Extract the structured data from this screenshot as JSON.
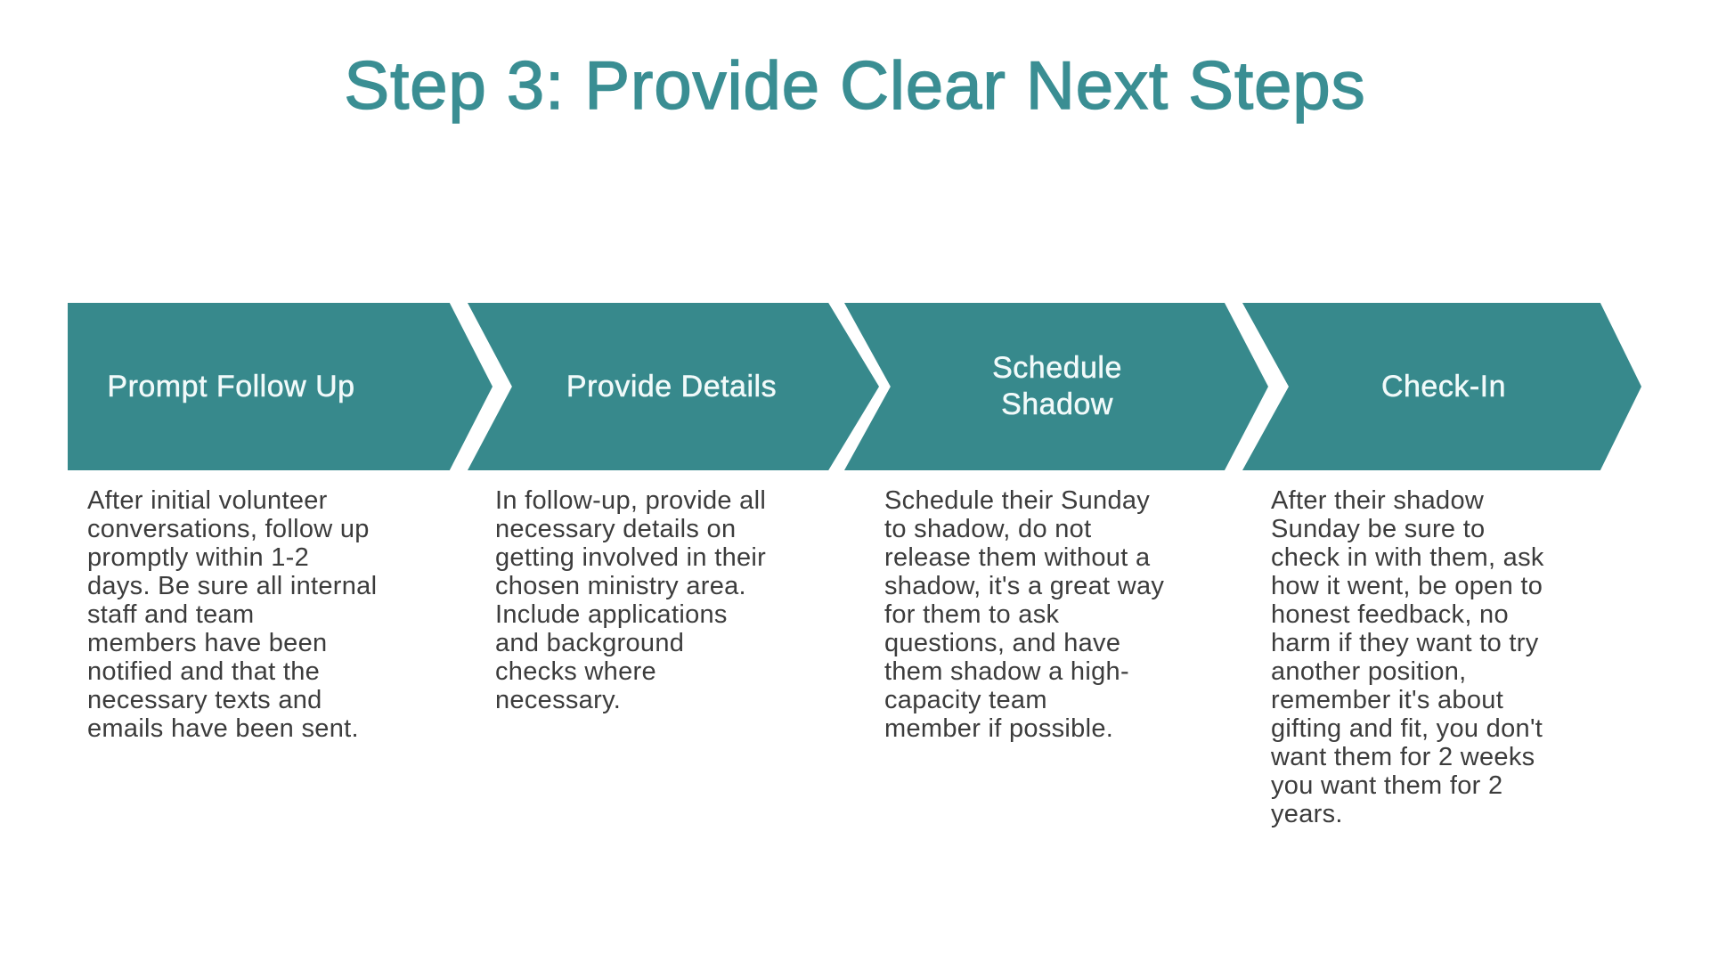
{
  "title": "Step 3: Provide Clear Next Steps",
  "colors": {
    "arrow_teal": "#37898C",
    "title_teal": "#3A8E93",
    "label_text": "#F1FAFA",
    "body_text": "#3C3C3C",
    "background": "#FFFFFF"
  },
  "steps": [
    {
      "label": "Prompt Follow Up",
      "description": "After initial volunteer\nconversations, follow up\npromptly within 1-2\ndays. Be sure all internal\nstaff and team\nmembers have been\nnotified and that the\nnecessary texts and\nemails have been sent."
    },
    {
      "label": "Provide Details",
      "description": "In follow-up, provide all\nnecessary details on\ngetting involved in their\nchosen ministry area.\nInclude applications\nand background\nchecks where\nnecessary."
    },
    {
      "label": "Schedule\nShadow",
      "description": "Schedule their Sunday\nto shadow, do not\nrelease them without a\nshadow, it's a great way\nfor them to ask\nquestions, and have\nthem shadow a high-\ncapacity team\nmember if possible."
    },
    {
      "label": "Check-In",
      "description": "After their shadow\nSunday be sure to\ncheck in with them, ask\nhow it went, be open to\nhonest feedback, no\nharm if they want to try\nanother position,\nremember it's about\ngifting and fit, you don't\nwant them for 2 weeks\nyou want them for 2\nyears."
    }
  ]
}
